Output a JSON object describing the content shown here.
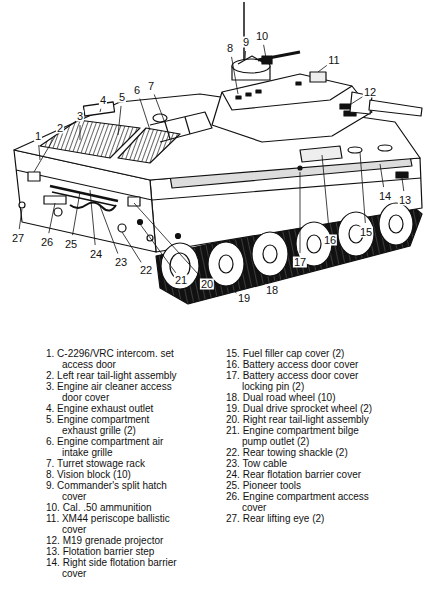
{
  "diagram": {
    "labels": [
      "1",
      "2",
      "3",
      "4",
      "5",
      "6",
      "7",
      "8",
      "9",
      "10",
      "11",
      "12",
      "13",
      "14",
      "15",
      "16",
      "17",
      "18",
      "19",
      "20",
      "21",
      "22",
      "23",
      "24",
      "25",
      "26",
      "27",
      "1. C-2296/VRC intercom. set access door",
      "2. Left rear tail-light assembly",
      "3. Engine air cleaner access door cover",
      "4. Engine exhaust outlet",
      "5. Engine compartment exhaust grille (2)",
      "6. Engine compartment air intake grille",
      "7. Turret stowage rack",
      "8. Vision block (10)",
      "9. Commander's split hatch cover",
      "10. Cal. .50 ammunition",
      "11. XM44 periscope ballistic cover",
      "12. M19 grenade projector",
      "13. Flotation barrier step",
      "14. Right side flotation barrier cover",
      "15. Fuel filler cap cover (2)",
      "16. Battery access door cover",
      "17. Battery access door cover locking pin (2)",
      "18. Dual road wheel (10)",
      "19. Dual drive sprocket wheel (2)",
      "20. Right rear tail-light assembly",
      "21. Engine compartment bilge pump outlet (2)",
      "22. Rear towing shackle (2)",
      "23. Tow cable",
      "24. Rear flotation barrier cover",
      "25. Pioneer tools",
      "26. Engine compartment access cover",
      "27. Rear lifting eye (2)"
    ]
  }
}
